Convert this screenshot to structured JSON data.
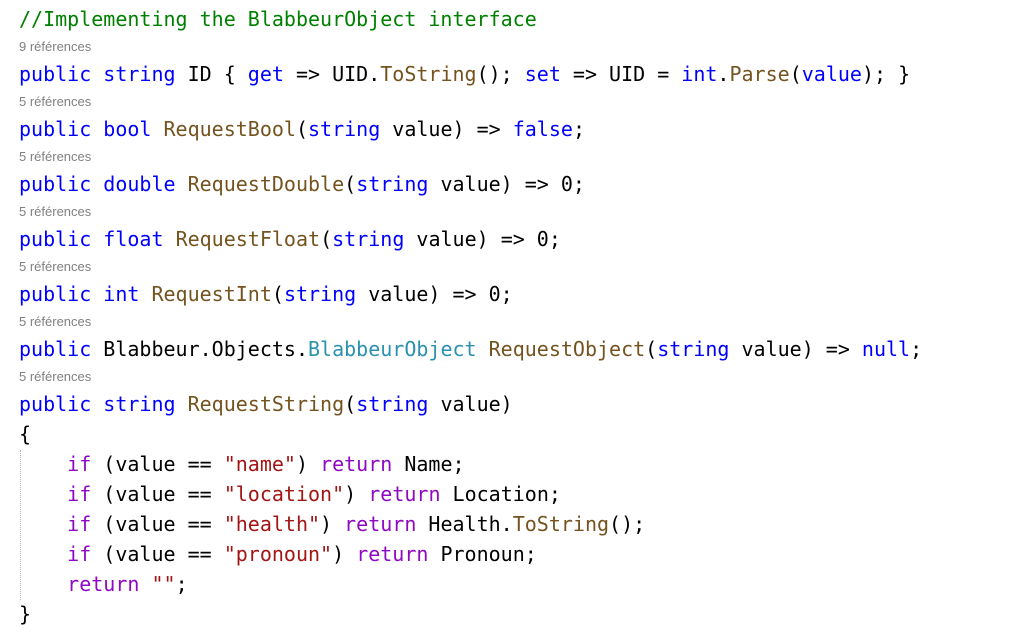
{
  "colors": {
    "comment": "#008000",
    "keyword": "#0000ff",
    "control": "#8f08c4",
    "method": "#74531f",
    "type": "#2b91af",
    "string": "#a31515",
    "plain": "#000000",
    "number": "#098658",
    "lens": "#808080"
  },
  "lines": [
    {
      "kind": "code",
      "tokens": [
        {
          "t": "//Implementing the BlabbeurObject interface",
          "c": "comment"
        }
      ]
    },
    {
      "kind": "lens",
      "text": "9 références"
    },
    {
      "kind": "code",
      "tokens": [
        {
          "t": "public",
          "c": "keyword"
        },
        {
          "t": " ",
          "c": "plain"
        },
        {
          "t": "string",
          "c": "keyword"
        },
        {
          "t": " ID { ",
          "c": "plain"
        },
        {
          "t": "get",
          "c": "keyword"
        },
        {
          "t": " => UID.",
          "c": "plain"
        },
        {
          "t": "ToString",
          "c": "method"
        },
        {
          "t": "(); ",
          "c": "plain"
        },
        {
          "t": "set",
          "c": "keyword"
        },
        {
          "t": " => UID = ",
          "c": "plain"
        },
        {
          "t": "int",
          "c": "keyword"
        },
        {
          "t": ".",
          "c": "plain"
        },
        {
          "t": "Parse",
          "c": "method"
        },
        {
          "t": "(",
          "c": "plain"
        },
        {
          "t": "value",
          "c": "keyword"
        },
        {
          "t": "); }",
          "c": "plain"
        }
      ]
    },
    {
      "kind": "lens",
      "text": "5 références"
    },
    {
      "kind": "code",
      "tokens": [
        {
          "t": "public",
          "c": "keyword"
        },
        {
          "t": " ",
          "c": "plain"
        },
        {
          "t": "bool",
          "c": "keyword"
        },
        {
          "t": " ",
          "c": "plain"
        },
        {
          "t": "RequestBool",
          "c": "method"
        },
        {
          "t": "(",
          "c": "plain"
        },
        {
          "t": "string",
          "c": "keyword"
        },
        {
          "t": " value) => ",
          "c": "plain"
        },
        {
          "t": "false",
          "c": "keyword"
        },
        {
          "t": ";",
          "c": "plain"
        }
      ]
    },
    {
      "kind": "lens",
      "text": "5 références"
    },
    {
      "kind": "code",
      "tokens": [
        {
          "t": "public",
          "c": "keyword"
        },
        {
          "t": " ",
          "c": "plain"
        },
        {
          "t": "double",
          "c": "keyword"
        },
        {
          "t": " ",
          "c": "plain"
        },
        {
          "t": "RequestDouble",
          "c": "method"
        },
        {
          "t": "(",
          "c": "plain"
        },
        {
          "t": "string",
          "c": "keyword"
        },
        {
          "t": " value) => 0;",
          "c": "plain"
        }
      ]
    },
    {
      "kind": "lens",
      "text": "5 références"
    },
    {
      "kind": "code",
      "tokens": [
        {
          "t": "public",
          "c": "keyword"
        },
        {
          "t": " ",
          "c": "plain"
        },
        {
          "t": "float",
          "c": "keyword"
        },
        {
          "t": " ",
          "c": "plain"
        },
        {
          "t": "RequestFloat",
          "c": "method"
        },
        {
          "t": "(",
          "c": "plain"
        },
        {
          "t": "string",
          "c": "keyword"
        },
        {
          "t": " value) => 0;",
          "c": "plain"
        }
      ]
    },
    {
      "kind": "lens",
      "text": "5 références"
    },
    {
      "kind": "code",
      "tokens": [
        {
          "t": "public",
          "c": "keyword"
        },
        {
          "t": " ",
          "c": "plain"
        },
        {
          "t": "int",
          "c": "keyword"
        },
        {
          "t": " ",
          "c": "plain"
        },
        {
          "t": "RequestInt",
          "c": "method"
        },
        {
          "t": "(",
          "c": "plain"
        },
        {
          "t": "string",
          "c": "keyword"
        },
        {
          "t": " value) => 0;",
          "c": "plain"
        }
      ]
    },
    {
      "kind": "lens",
      "text": "5 références"
    },
    {
      "kind": "code",
      "tokens": [
        {
          "t": "public",
          "c": "keyword"
        },
        {
          "t": " Blabbeur.Objects.",
          "c": "plain"
        },
        {
          "t": "BlabbeurObject",
          "c": "type"
        },
        {
          "t": " ",
          "c": "plain"
        },
        {
          "t": "RequestObject",
          "c": "method"
        },
        {
          "t": "(",
          "c": "plain"
        },
        {
          "t": "string",
          "c": "keyword"
        },
        {
          "t": " value) => ",
          "c": "plain"
        },
        {
          "t": "null",
          "c": "keyword"
        },
        {
          "t": ";",
          "c": "plain"
        }
      ]
    },
    {
      "kind": "lens",
      "text": "5 références"
    },
    {
      "kind": "code",
      "tokens": [
        {
          "t": "public",
          "c": "keyword"
        },
        {
          "t": " ",
          "c": "plain"
        },
        {
          "t": "string",
          "c": "keyword"
        },
        {
          "t": " ",
          "c": "plain"
        },
        {
          "t": "RequestString",
          "c": "method"
        },
        {
          "t": "(",
          "c": "plain"
        },
        {
          "t": "string",
          "c": "keyword"
        },
        {
          "t": " value)",
          "c": "plain"
        }
      ]
    },
    {
      "kind": "code",
      "tokens": [
        {
          "t": "{",
          "c": "plain"
        }
      ]
    },
    {
      "kind": "code",
      "tokens": [
        {
          "t": "    ",
          "c": "plain"
        },
        {
          "t": "if",
          "c": "control"
        },
        {
          "t": " (value == ",
          "c": "plain"
        },
        {
          "t": "\"name\"",
          "c": "string"
        },
        {
          "t": ") ",
          "c": "plain"
        },
        {
          "t": "return",
          "c": "control"
        },
        {
          "t": " Name;",
          "c": "plain"
        }
      ]
    },
    {
      "kind": "code",
      "tokens": [
        {
          "t": "    ",
          "c": "plain"
        },
        {
          "t": "if",
          "c": "control"
        },
        {
          "t": " (value == ",
          "c": "plain"
        },
        {
          "t": "\"location\"",
          "c": "string"
        },
        {
          "t": ") ",
          "c": "plain"
        },
        {
          "t": "return",
          "c": "control"
        },
        {
          "t": " Location;",
          "c": "plain"
        }
      ]
    },
    {
      "kind": "code",
      "tokens": [
        {
          "t": "    ",
          "c": "plain"
        },
        {
          "t": "if",
          "c": "control"
        },
        {
          "t": " (value == ",
          "c": "plain"
        },
        {
          "t": "\"health\"",
          "c": "string"
        },
        {
          "t": ") ",
          "c": "plain"
        },
        {
          "t": "return",
          "c": "control"
        },
        {
          "t": " Health.",
          "c": "plain"
        },
        {
          "t": "ToString",
          "c": "method"
        },
        {
          "t": "();",
          "c": "plain"
        }
      ]
    },
    {
      "kind": "code",
      "tokens": [
        {
          "t": "    ",
          "c": "plain"
        },
        {
          "t": "if",
          "c": "control"
        },
        {
          "t": " (value == ",
          "c": "plain"
        },
        {
          "t": "\"pronoun\"",
          "c": "string"
        },
        {
          "t": ") ",
          "c": "plain"
        },
        {
          "t": "return",
          "c": "control"
        },
        {
          "t": " Pronoun;",
          "c": "plain"
        }
      ]
    },
    {
      "kind": "code",
      "tokens": [
        {
          "t": "    ",
          "c": "plain"
        },
        {
          "t": "return",
          "c": "control"
        },
        {
          "t": " ",
          "c": "plain"
        },
        {
          "t": "\"\"",
          "c": "string"
        },
        {
          "t": ";",
          "c": "plain"
        }
      ]
    },
    {
      "kind": "code",
      "tokens": [
        {
          "t": "}",
          "c": "plain"
        }
      ]
    }
  ]
}
